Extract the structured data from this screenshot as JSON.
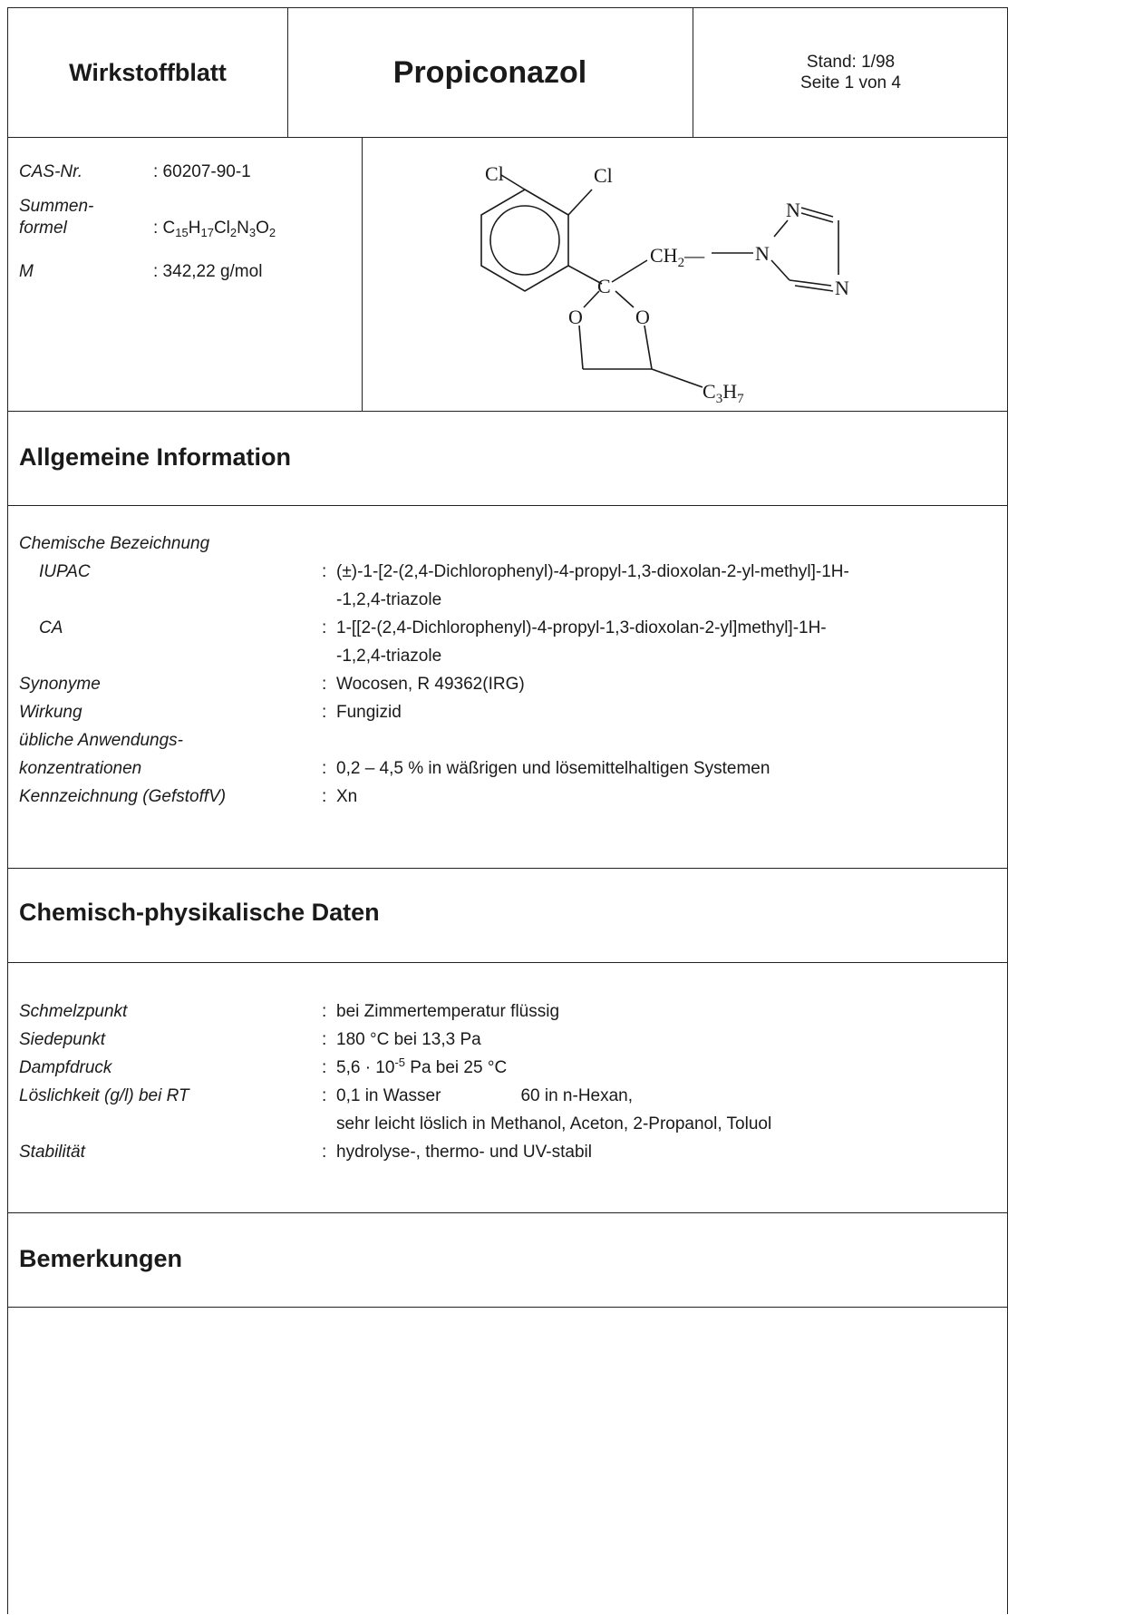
{
  "header": {
    "left": "Wirkstoffblatt",
    "title": "Propiconazol",
    "stand": "Stand: 1/98",
    "page": "Seite 1 von 4"
  },
  "identity": {
    "cas_label": "CAS-Nr.",
    "cas_value": ": 60207-90-1",
    "formula_label_1": "Summen-",
    "formula_label_2": "formel",
    "formula_prefix": ": C",
    "formula_parts": [
      "15",
      "H",
      "17",
      "Cl",
      "2",
      "N",
      "3",
      "O",
      "2"
    ],
    "m_label": "M",
    "m_value": ": 342,22 g/mol"
  },
  "structure": {
    "cl1": "Cl",
    "cl2": "Cl",
    "ch2": "CH",
    "ch2_sub": "2",
    "c": "C",
    "o1": "O",
    "o2": "O",
    "n1": "N",
    "n_ring_top": "N",
    "n_ring_right": "N",
    "c3h7": "C",
    "c3h7_s1": "3",
    "c3h7_h": "H",
    "c3h7_s2": "7"
  },
  "sections": {
    "general": "Allgemeine Information",
    "physchem": "Chemisch-physikalische Daten",
    "remarks": "Bemerkungen"
  },
  "general": {
    "chem_name": "Chemische Bezeichnung",
    "iupac_label": "IUPAC",
    "iupac_value_1": "(±)-1-[2-(2,4-Dichlorophenyl)-4-propyl-1,3-dioxolan-2-yl-methyl]-1H-",
    "iupac_value_2": "-1,2,4-triazole",
    "ca_label": "CA",
    "ca_value_1": "1-[[2-(2,4-Dichlorophenyl)-4-propyl-1,3-dioxolan-2-yl]methyl]-1H-",
    "ca_value_2": "-1,2,4-triazole",
    "syn_label": "Synonyme",
    "syn_value": "Wocosen, R 49362(IRG)",
    "effect_label": "Wirkung",
    "effect_value": "Fungizid",
    "conc_label_1": "übliche Anwendungs-",
    "conc_label_2": "konzentrationen",
    "conc_value": "0,2 – 4,5 % in wäßrigen und lösemittelhaltigen Systemen",
    "mark_label": "Kennzeichnung (GefstoffV)",
    "mark_value": "Xn"
  },
  "physchem": {
    "melt_label": "Schmelzpunkt",
    "melt_value": "bei Zimmertemperatur flüssig",
    "boil_label": "Siedepunkt",
    "boil_value": "180 °C bei 13,3 Pa",
    "vp_label": "Dampfdruck",
    "vp_value_pre": "5,6 · 10",
    "vp_value_exp": "-5",
    "vp_value_post": " Pa bei 25 °C",
    "sol_label": "Löslichkeit (g/l) bei RT",
    "sol_value_a": "0,1 in Wasser",
    "sol_value_b": "60 in n-Hexan,",
    "sol_value_2": "sehr leicht löslich in Methanol, Aceton, 2-Propanol, Toluol",
    "stab_label": "Stabilität",
    "stab_value": "hydrolyse-, thermo- und UV-stabil"
  },
  "colon": ":"
}
